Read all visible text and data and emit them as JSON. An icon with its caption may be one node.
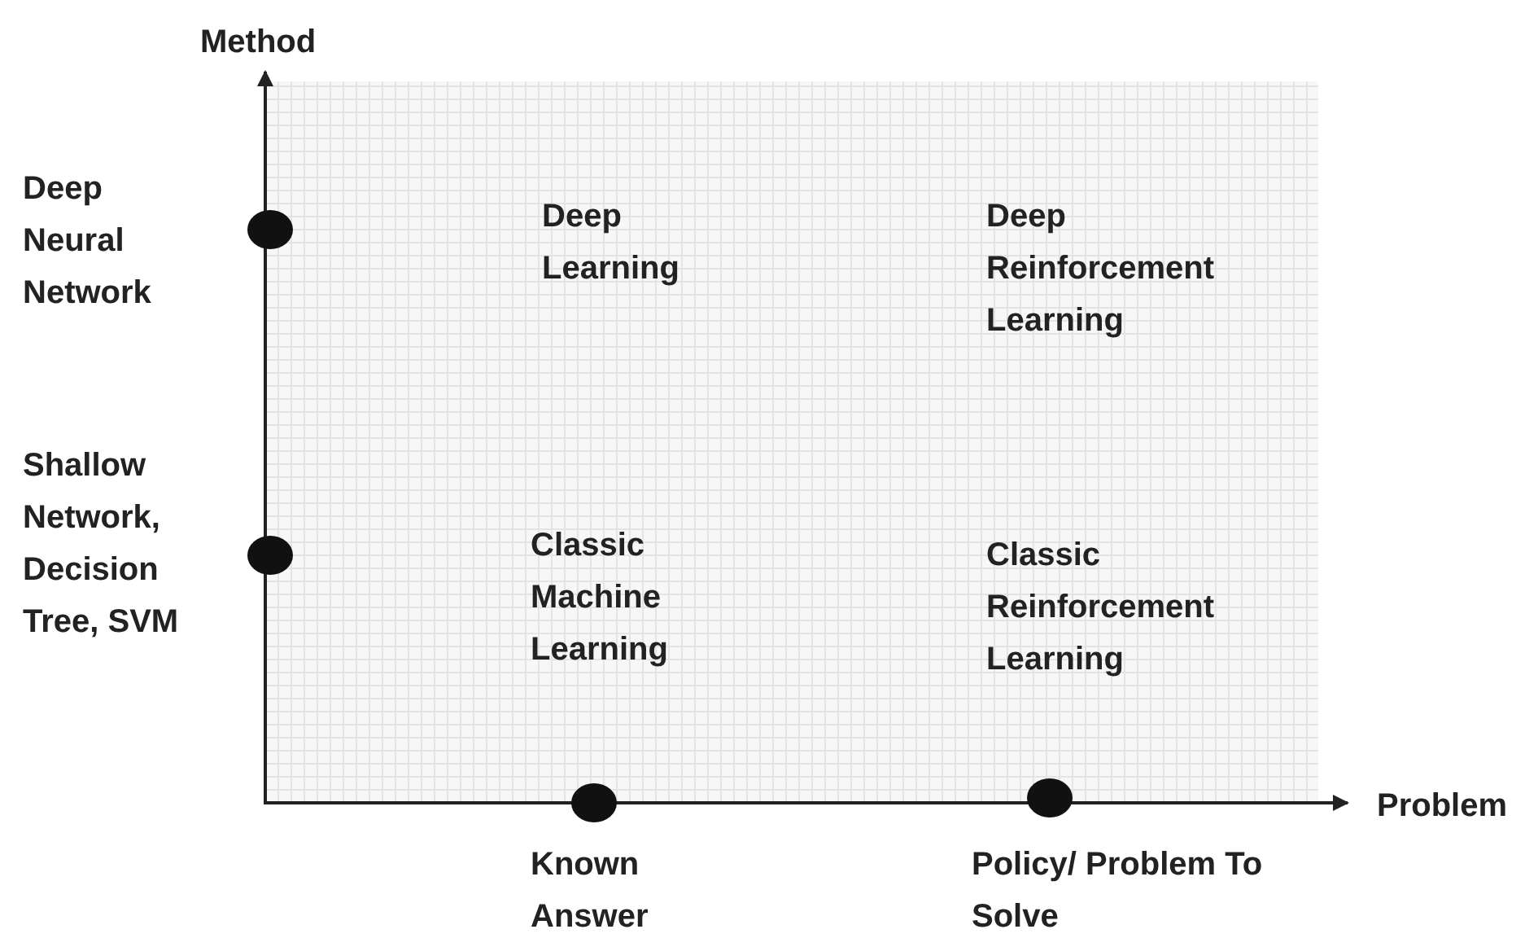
{
  "diagram": {
    "labels": [
      "Method",
      "Deep Neural Network",
      "Deep Learning",
      "Deep Reinforcement Learning",
      "Shallow Network, Decision Tree, SVM",
      "Classic Machine Learning",
      "Classic Reinforcement Learning",
      "Problem",
      "Known Answer",
      "Policy/ Problem To Solve"
    ]
  }
}
